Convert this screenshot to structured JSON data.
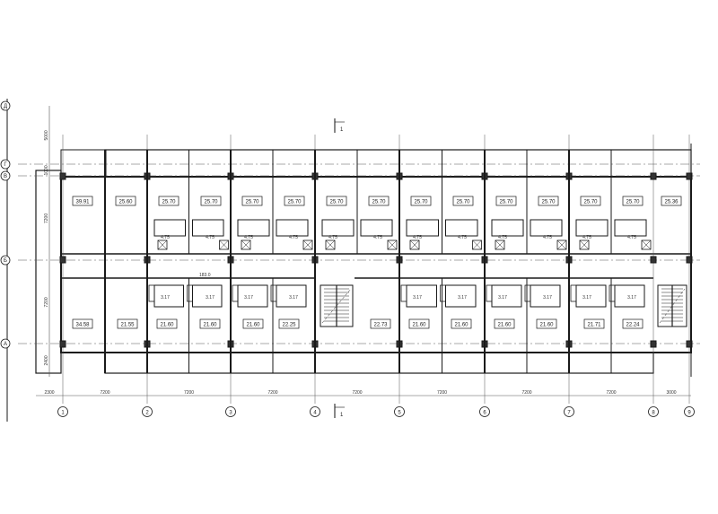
{
  "section_mark": {
    "label": "1"
  },
  "corridor_label": "183.0",
  "grid_columns": [
    "1",
    "2",
    "3",
    "4",
    "5",
    "6",
    "7",
    "8",
    "9"
  ],
  "grid_rows": [
    "Д",
    "Г",
    "В",
    "Б",
    "А"
  ],
  "bottom_dimensions": [
    "2300",
    "7200",
    "7200",
    "7200",
    "7200",
    "7200",
    "7200",
    "7200",
    "3000"
  ],
  "left_dimensions": [
    "5000",
    "1000",
    "7200",
    "7200",
    "2400"
  ],
  "rooms_top": [
    "39.91",
    "25.60",
    "25.70",
    "25.70",
    "25.70",
    "25.70",
    "25.70",
    "25.70",
    "25.70",
    "25.70",
    "25.70",
    "25.70",
    "25.70",
    "25.70",
    "25.36"
  ],
  "rooms_bottom": [
    "34.58",
    "21.55",
    "21.60",
    "21.60",
    "21.60",
    "22.25",
    "22.73",
    "21.60",
    "21.60",
    "21.60",
    "21.60",
    "21.71",
    "22.24"
  ],
  "bath_area_top": "4.75",
  "bath_area_bottom": "3.17",
  "colors": {
    "line": "#1a1a1a",
    "thin": "#555555"
  }
}
